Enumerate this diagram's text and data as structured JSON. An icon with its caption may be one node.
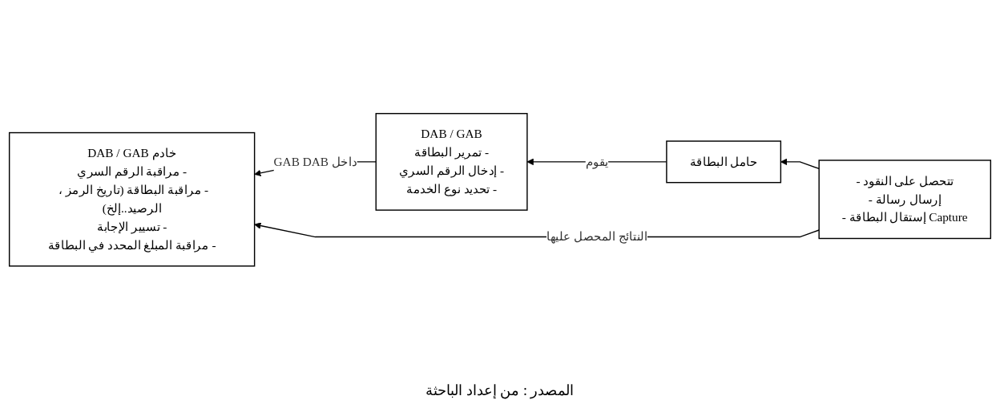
{
  "diagram": {
    "caption": "المصدر : من إعداد الباحثة",
    "nodes": [
      {
        "text": [
          "خادم DAB / GAB",
          "- مراقبة الرقم السري",
          "- مراقبة البطاقة (تاريخ الرمز ، الرصيد..إلخ)",
          "- تسيير الإجابة",
          "- مراقبة المبلغ المحدد في البطاقة"
        ]
      },
      {
        "text": [
          "DAB / GAB",
          "- تمرير البطاقة",
          "- إدخال الرقم السري",
          "- تحديد نوع الخدمة"
        ]
      },
      {
        "text": [
          "حامل البطاقة"
        ]
      },
      {
        "text": [
          "- تتحصل على النقود",
          "- إرسال رسالة",
          "- إستقال البطاقة Capture"
        ]
      }
    ],
    "edges": [
      {
        "from": 2,
        "to": 1,
        "arrow": "to",
        "label": "يقوم"
      },
      {
        "from": 1,
        "to": 0,
        "arrow": "to",
        "label": "داخل GAB DAB"
      },
      {
        "from": 3,
        "to": 0,
        "arrow": "to",
        "label": "النتائج المحصل عليها"
      },
      {
        "from": 3,
        "to": 2,
        "arrow": "to"
      }
    ]
  }
}
